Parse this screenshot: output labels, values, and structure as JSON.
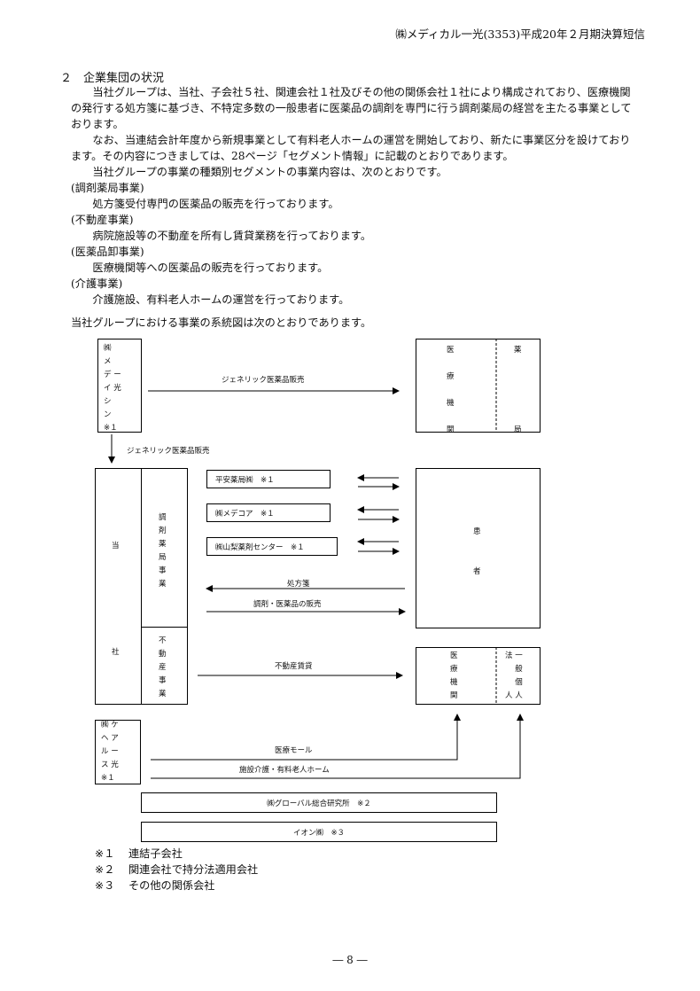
{
  "header": "㈱メディカル一光(3353)平成20年２月期決算短信",
  "section_title": "２　企業集団の状況",
  "paragraphs": [
    "当社グループは、当社、子会社５社、関連会社１社及びその他の関係会社１社により構成されており、医療機関の発行する処方箋に基づき、不特定多数の一般患者に医薬品の調剤を専門に行う調剤薬局の経営を主たる事業としております。",
    "なお、当連結会計年度から新規事業として有料老人ホームの運営を開始しており、新たに事業区分を設けております。その内容につきましては、28ページ「セグメント情報」に記載のとおりであります。",
    "当社グループの事業の種類別セグメントの事業内容は、次のとおりです。"
  ],
  "segments": [
    {
      "title": "(調剤薬局事業)",
      "desc": "処方箋受付専門の医薬品の販売を行っております。"
    },
    {
      "title": "(不動産事業)",
      "desc": "病院施設等の不動産を所有し賃貸業務を行っております。"
    },
    {
      "title": "(医薬品卸事業)",
      "desc": "医療機関等への医薬品の販売を行っております。"
    },
    {
      "title": "(介護事業)",
      "desc": "介護施設、有料老人ホームの運営を行っております。"
    }
  ],
  "diagram_intro": "当社グループにおける事業の系統図は次のとおりであります。",
  "diagram": {
    "medishin": "㈱\nメ\nデ ー\nイ 光\nシ\nン\n※１",
    "generic_sales_1": "ジェネリック医薬品販売",
    "generic_sales_2": "ジェネリック医薬品販売",
    "med_inst_top": "医\n\n療\n\n機\n\n関",
    "pharmacy": "薬\n\n\n\n\n\n局",
    "company": "当\n\n\n\n\n\n\n\n社",
    "dispensing_seg": "調\n剤\n薬\n局\n事\n業",
    "realestate_seg": "不\n動\n産\n事\n業",
    "sub1": "平安薬局㈱　※１",
    "sub2": "㈱メデコア　※１",
    "sub3": "㈱山梨薬剤センター　※１",
    "patient": "患\n\n\n者",
    "prescription": "処方箋",
    "dispense_sales": "調剤・医薬品の販売",
    "rental": "不動産賃貸",
    "med_inst_bottom": "医\n療\n機\n関",
    "general_corp": "法 一\n　 般\n　 個\n人 人",
    "carehealth": "㈱ ケ\nヘ ア\nル ー\nス 光\n※１",
    "medical_mall": "医療モール",
    "care_home": "施設介護・有料老人ホーム",
    "global": "㈱グローバル総合研究所　※２",
    "aeon": "イオン㈱　※３"
  },
  "notes": [
    {
      "mark": "※１",
      "text": "連結子会社"
    },
    {
      "mark": "※２",
      "text": "関連会社で持分法適用会社"
    },
    {
      "mark": "※３",
      "text": "その他の関係会社"
    }
  ],
  "page_number": "― 8 ―"
}
